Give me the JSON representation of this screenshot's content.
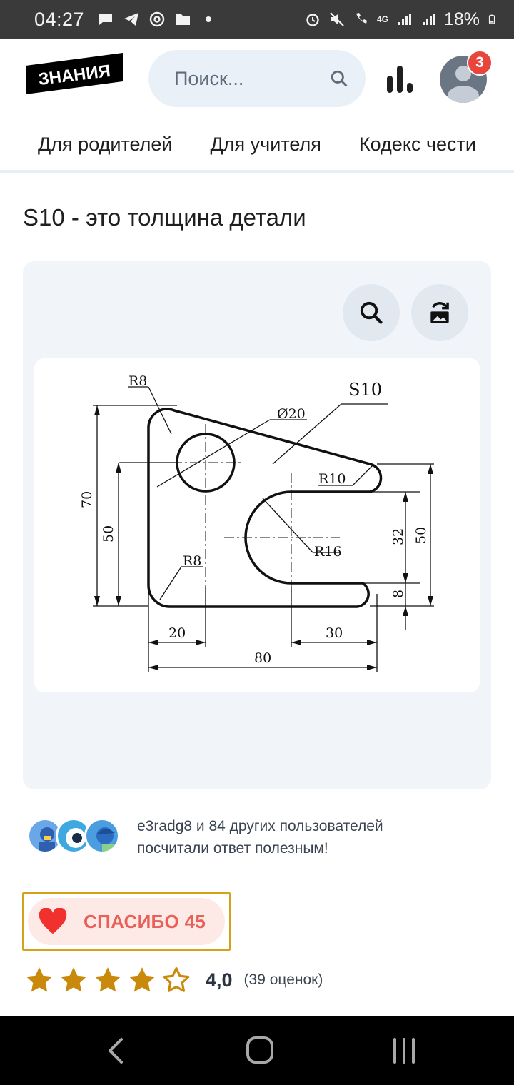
{
  "status_bar": {
    "time": "04:27",
    "battery": "18%",
    "network": "4G"
  },
  "header": {
    "logo_text": "ЗНАНИЯ",
    "search_placeholder": "Поиск...",
    "notification_count": "3"
  },
  "nav": {
    "items": [
      "Для родителей",
      "Для учителя",
      "Кодекс чести"
    ]
  },
  "answer": {
    "text": "S10 - это толщина детали"
  },
  "drawing": {
    "labels": [
      "R8",
      "S10",
      "Ø20",
      "R10",
      "70",
      "50",
      "R16",
      "32",
      "50",
      "R8",
      "8",
      "20",
      "30",
      "80"
    ]
  },
  "helpful": {
    "line1": "e3radg8 и 84 других пользователей",
    "line2": "посчитали ответ полезным!"
  },
  "thanks": {
    "label": "СПАСИБО 45"
  },
  "rating": {
    "value": "4,0",
    "count": "(39 оценок)",
    "stars_filled": 4,
    "stars_total": 5
  },
  "colors": {
    "accent_red": "#e8605a",
    "star_gold": "#c98a0c",
    "badge_red": "#e8453c"
  }
}
